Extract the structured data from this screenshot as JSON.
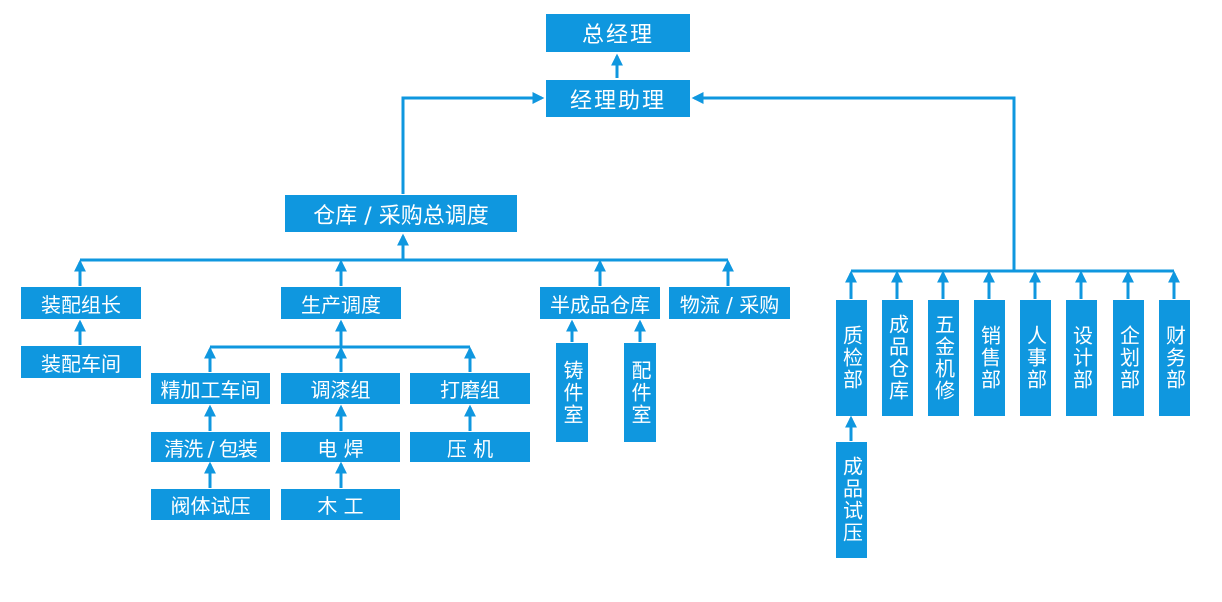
{
  "colors": {
    "box_fill": "#0f97df",
    "text": "#ffffff",
    "line": "#0f97df"
  },
  "nodes": {
    "general_manager": "总经理",
    "manager_assistant": "经理助理",
    "warehouse_dispatch": "仓库 / 采购总调度",
    "assembly_leader": "装配组长",
    "assembly_workshop": "装配车间",
    "production_dispatch": "生产调度",
    "finishing_workshop": "精加工车间",
    "painting_group": "调漆组",
    "grinding_group": "打磨组",
    "cleaning_packing": "清洗 / 包装",
    "welding": "电 焊",
    "press": "压 机",
    "valve_test": "阀体试压",
    "carpentry": "木 工",
    "semi_warehouse": "半成品仓库",
    "casting_room": "铸件室",
    "parts_room": "配件室",
    "logistics": "物流 / 采购",
    "quality_dept": "质检部",
    "finished_warehouse": "成品仓库",
    "hardware_repair": "五金机修",
    "sales_dept": "销售部",
    "hr_dept": "人事部",
    "design_dept": "设计部",
    "planning_dept": "企划部",
    "finance_dept": "财务部",
    "finished_test": "成品试压"
  }
}
